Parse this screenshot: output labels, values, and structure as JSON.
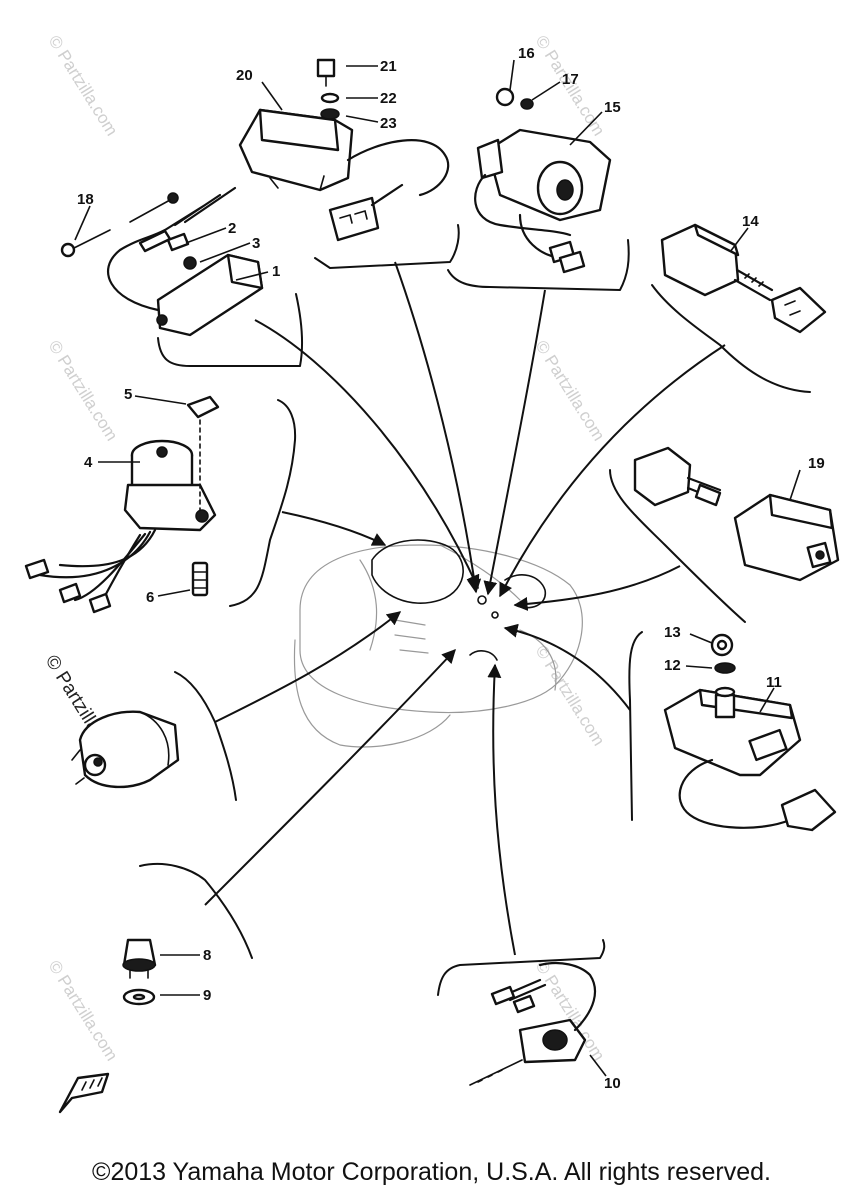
{
  "callouts": {
    "c1": "1",
    "c2": "2",
    "c3": "3",
    "c4": "4",
    "c5": "5",
    "c6": "6",
    "c8": "8",
    "c9": "9",
    "c10": "10",
    "c11": "11",
    "c12": "12",
    "c13": "13",
    "c14": "14",
    "c15": "15",
    "c16": "16",
    "c17": "17",
    "c18": "18",
    "c19": "19",
    "c20": "20",
    "c21": "21",
    "c22": "22",
    "c23": "23"
  },
  "watermark": "© Partzilla.com",
  "copyright": "©2013 Yamaha Motor Corporation, U.S.A. All rights reserved."
}
